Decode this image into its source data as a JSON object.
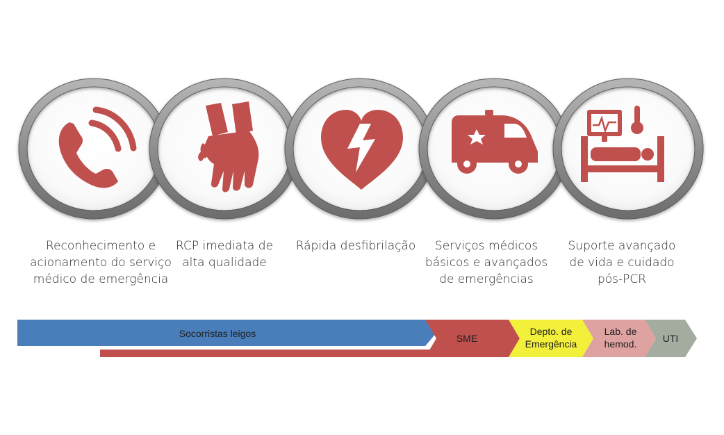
{
  "steps": [
    {
      "caption": "Reconhecimento e\nacionamento do serviço\nmédico de emergência",
      "icon": "phone-icon"
    },
    {
      "caption": "RCP imediata de\nalta qualidade",
      "icon": "cpr-hands-icon"
    },
    {
      "caption": "Rápida desfibrilação",
      "icon": "defibrillation-heart-icon"
    },
    {
      "caption": "Serviços médicos\nbásicos e avançados\nde emergências",
      "icon": "ambulance-icon"
    },
    {
      "caption": "Suporte avançado\nde vida e cuidado\npós-PCR",
      "icon": "hospital-bed-icon"
    }
  ],
  "timeline": {
    "lay_rescuers": "Socorristas leigos",
    "sme": "SME",
    "emergency_dept_line1": "Depto. de",
    "emergency_dept_line2": "Emergência",
    "hemod_lab_line1": "Lab. de",
    "hemod_lab_line2": "hemod.",
    "icu": "UTI"
  },
  "colors": {
    "icon_red": "#c0504d",
    "ring_gray": "#8c8c8c",
    "lay_blue": "#4a7ebb",
    "sme_red": "#c0504d",
    "ed_yellow": "#f3f03c",
    "lab_pink": "#dea2a0",
    "icu_gray": "#a4aca0"
  }
}
